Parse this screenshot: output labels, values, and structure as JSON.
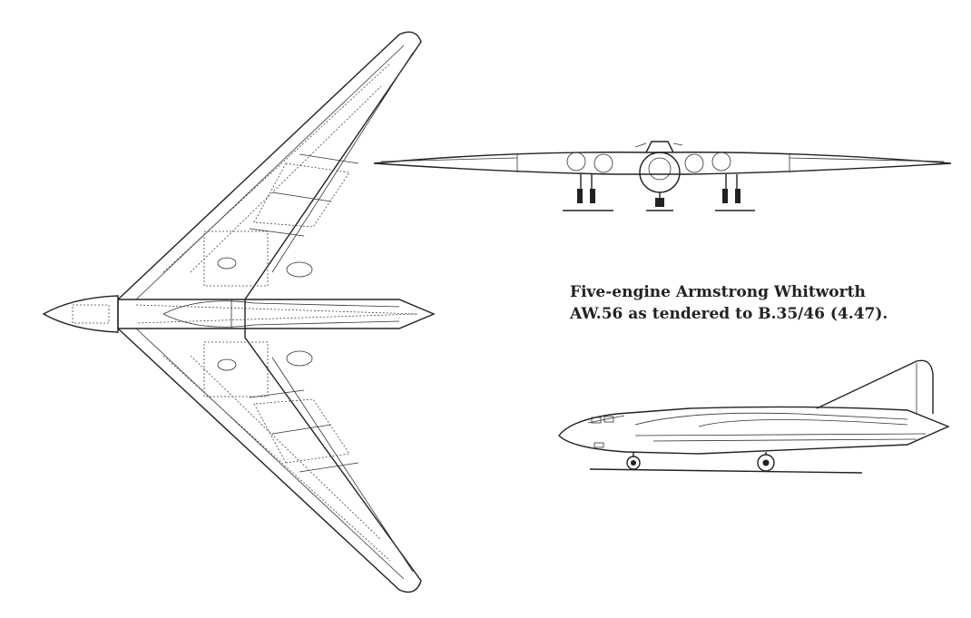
{
  "caption": {
    "line1": "Five-engine Armstrong Whitworth",
    "line2": "AW.56 as tendered to B.35/46 (4.47)."
  },
  "views": {
    "plan": "plan-view-drawing",
    "front": "front-view-drawing",
    "side": "side-view-drawing"
  }
}
